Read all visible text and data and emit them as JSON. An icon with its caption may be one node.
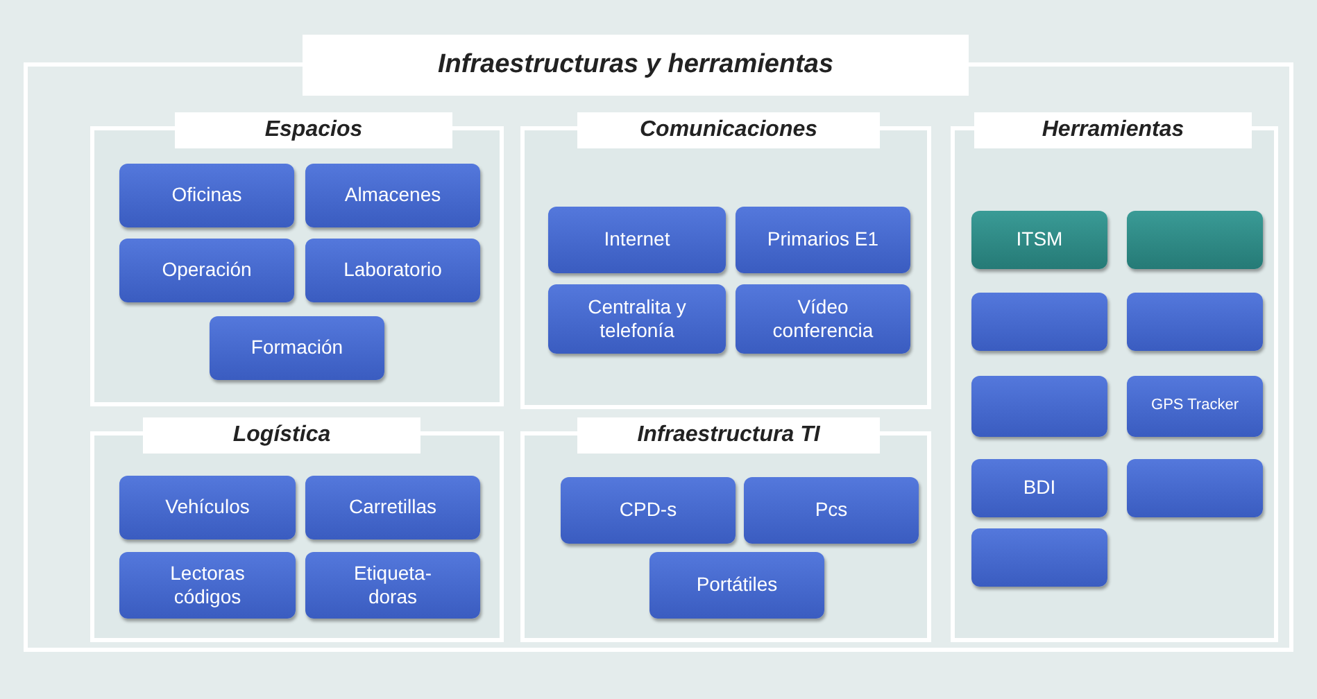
{
  "diagram": {
    "nodes": [
      {
        "text": [
          "Infraestructuras y herramientas"
        ]
      },
      {
        "text": [
          "Espacios"
        ],
        "in": 0
      },
      {
        "text": [
          "Oficinas"
        ],
        "in": 1
      },
      {
        "text": [
          "Almacenes"
        ],
        "in": 1
      },
      {
        "text": [
          "Operación"
        ],
        "in": 1
      },
      {
        "text": [
          "Laboratorio"
        ],
        "in": 1
      },
      {
        "text": [
          "Formación"
        ],
        "in": 1
      },
      {
        "text": [
          "Comunicaciones"
        ],
        "in": 0
      },
      {
        "text": [
          "Internet"
        ],
        "in": 7
      },
      {
        "text": [
          "Primarios E1"
        ],
        "in": 7
      },
      {
        "text": [
          "Centralita y telefonía"
        ],
        "in": 7
      },
      {
        "text": [
          "Vídeo conferencia"
        ],
        "in": 7
      },
      {
        "text": [
          "Herramientas"
        ],
        "in": 0
      },
      {
        "text": [
          "ITSM"
        ],
        "in": 12
      },
      {
        "text": [],
        "shape": "box",
        "in": 12
      },
      {
        "text": [],
        "shape": "box",
        "in": 12
      },
      {
        "text": [],
        "shape": "box",
        "in": 12
      },
      {
        "text": [],
        "shape": "box",
        "in": 12
      },
      {
        "text": [
          "GPS Tracker"
        ],
        "in": 12
      },
      {
        "text": [
          "BDI"
        ],
        "in": 12
      },
      {
        "text": [],
        "shape": "box",
        "in": 12
      },
      {
        "text": [],
        "shape": "box",
        "in": 12
      },
      {
        "text": [
          "Logística"
        ],
        "in": 0
      },
      {
        "text": [
          "Vehículos"
        ],
        "in": 22
      },
      {
        "text": [
          "Carretillas"
        ],
        "in": 22
      },
      {
        "text": [
          "Lectoras códigos"
        ],
        "in": 22
      },
      {
        "text": [
          "Etiqueta- doras"
        ],
        "in": 22
      },
      {
        "text": [
          "Infraestructura TI"
        ],
        "in": 0
      },
      {
        "text": [
          "CPD-s"
        ],
        "in": 27
      },
      {
        "text": [
          "Pcs"
        ],
        "in": 27
      },
      {
        "text": [
          "Portátiles"
        ],
        "in": 27
      }
    ]
  }
}
